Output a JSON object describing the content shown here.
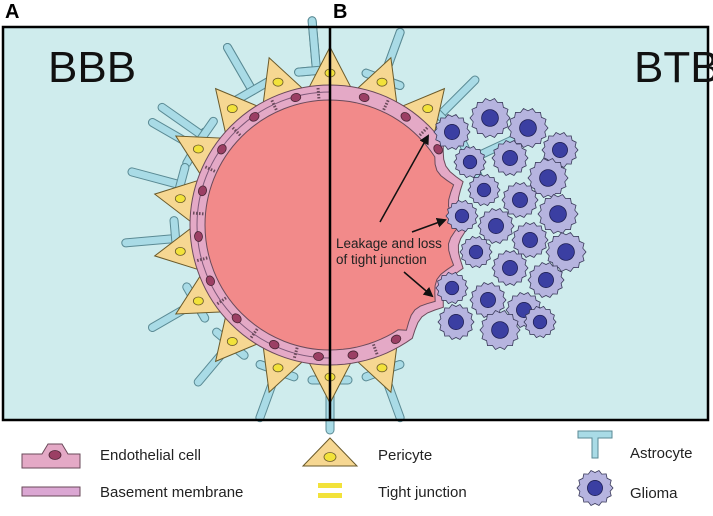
{
  "panels": {
    "a": {
      "letter": "A",
      "title": "BBB"
    },
    "b": {
      "letter": "B",
      "title": "BTB"
    }
  },
  "annotation": {
    "line1": "Leakage and loss",
    "line2": "of tight junction"
  },
  "legend": {
    "endothelial": "Endothelial cell",
    "basement": "Basement membrane",
    "pericyte": "Pericyte",
    "tight_junction": "Tight junction",
    "astrocyte": "Astrocyte",
    "glioma": "Glioma"
  },
  "colors": {
    "background": "#cfeced",
    "lumen": "#f28a8a",
    "endothelial": "#e4a9c6",
    "basement": "#dba7d3",
    "pericyte": "#f6d792",
    "tight_junction": "#f2e23a",
    "astrocyte": "#a9dbe6",
    "glioma": "#b6b4df",
    "glioma_nucleus": "#3b3fa2",
    "nucleus": "#9b3f64"
  }
}
